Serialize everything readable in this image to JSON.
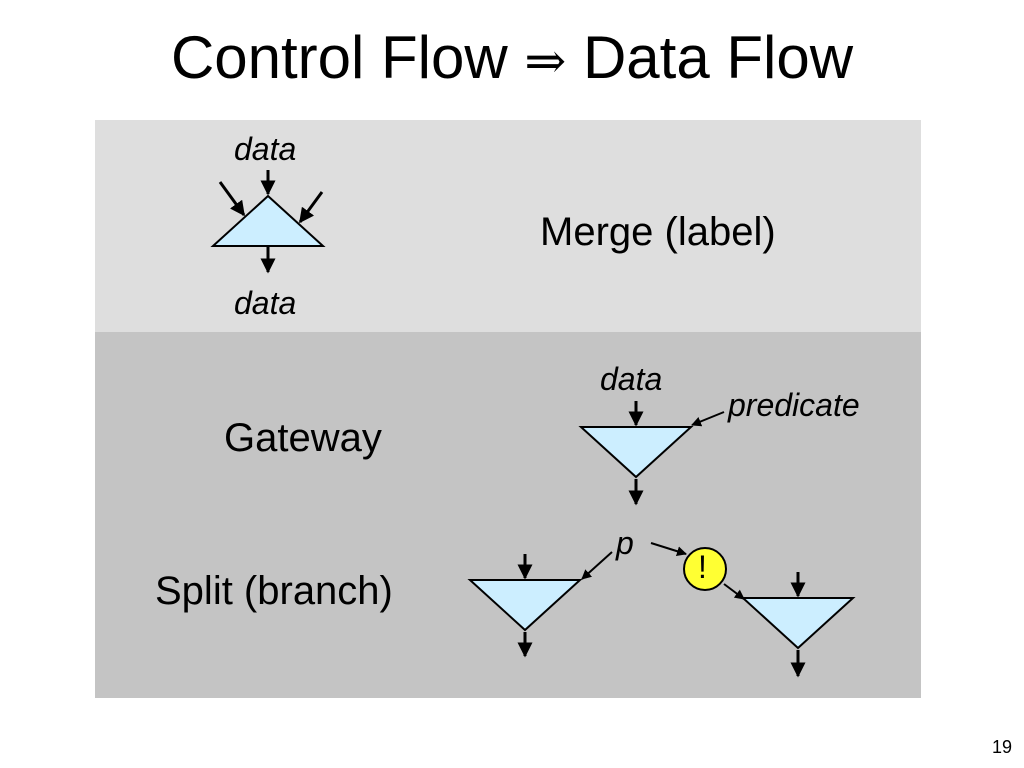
{
  "title": {
    "left": "Control Flow",
    "arrow": "⇒",
    "right": "Data Flow"
  },
  "rows": {
    "merge": {
      "label": "Merge (label)",
      "input": "data",
      "output": "data"
    },
    "gateway": {
      "label": "Gateway",
      "data": "data",
      "predicate": "predicate"
    },
    "split": {
      "label": "Split (branch)",
      "p": "p",
      "marker": "!"
    }
  },
  "colors": {
    "node_fill": "#cceeff",
    "marker_fill": "#ffff33",
    "panel_top": "#dedede",
    "panel_bottom": "#c4c4c4"
  },
  "page_number": "19"
}
